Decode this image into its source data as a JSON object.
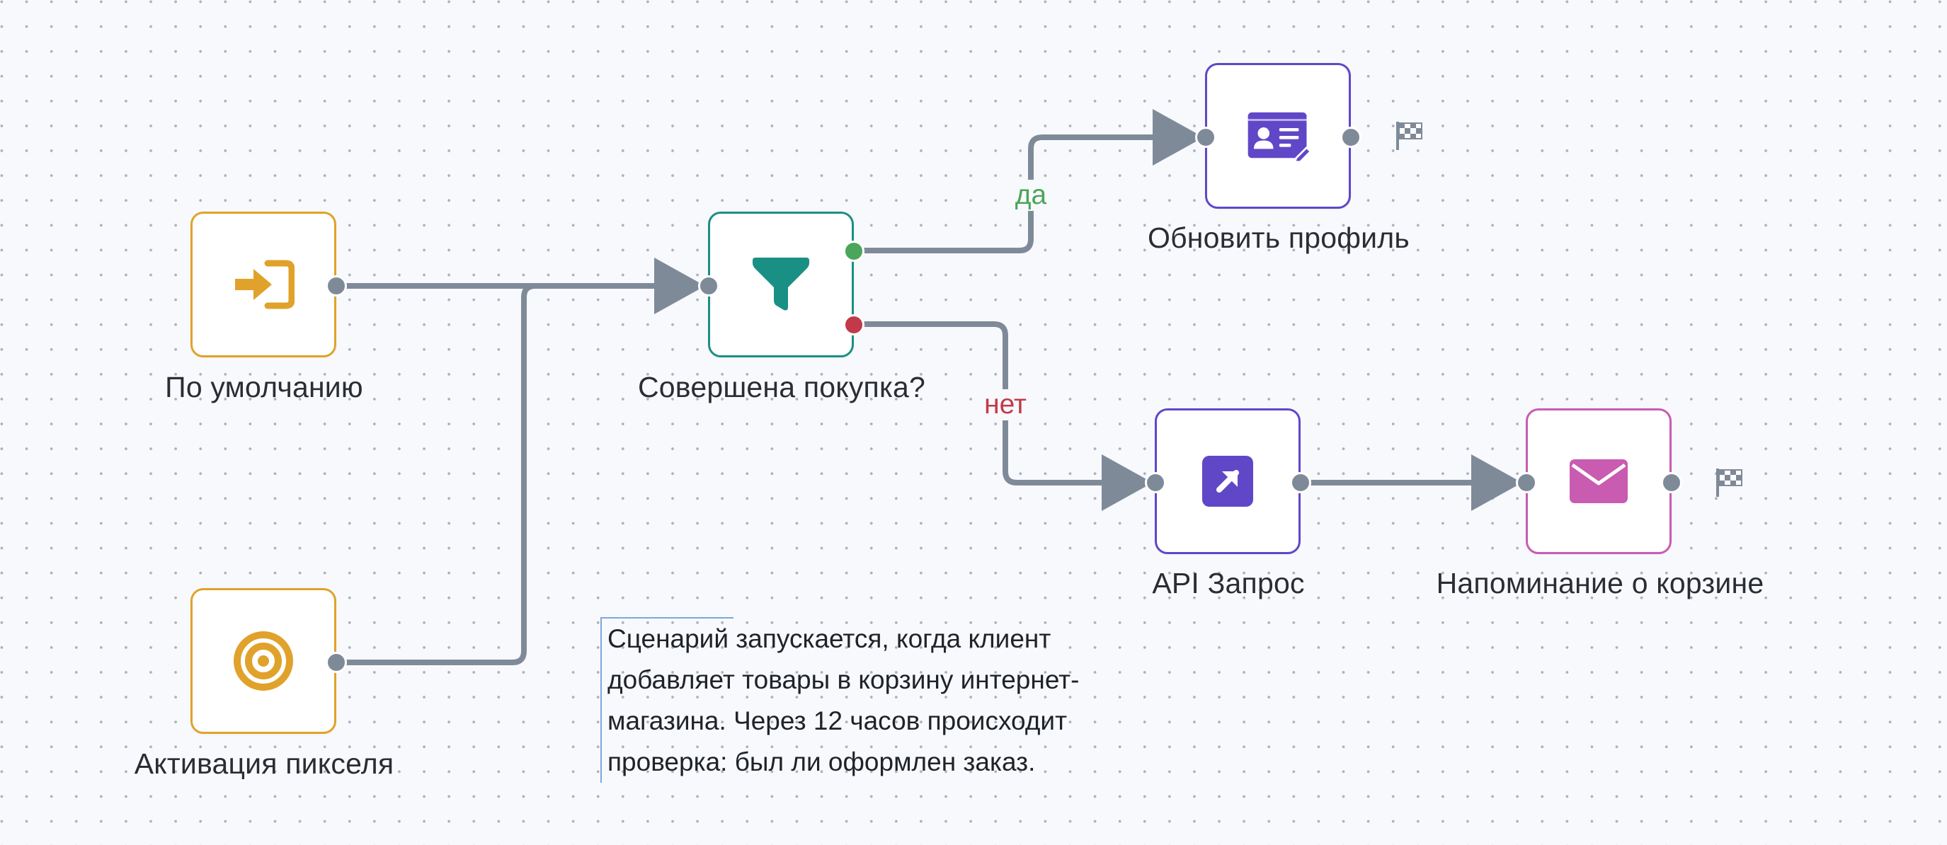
{
  "nodes": {
    "default_entry": {
      "label": "По умолчанию",
      "icon": "entry-arrow-icon",
      "color": "#e0a22a"
    },
    "pixel_activation": {
      "label": "Активация пикселя",
      "icon": "target-icon",
      "color": "#e0a22a"
    },
    "purchase_check": {
      "label": "Совершена покупка?",
      "icon": "filter-icon",
      "color": "#1a8f84"
    },
    "update_profile": {
      "label": "Обновить профиль",
      "icon": "id-card-edit-icon",
      "color": "#6047c8"
    },
    "api_request": {
      "label": "API Запрос",
      "icon": "external-link-icon",
      "color": "#6047c8"
    },
    "cart_reminder": {
      "label": "Напоминание о корзине",
      "icon": "envelope-icon",
      "color": "#c95bb0"
    }
  },
  "edges": {
    "yes_label": "да",
    "yes_color": "#4ba55a",
    "no_label": "нет",
    "no_color": "#c23a4a",
    "line_color": "#7f8a99"
  },
  "finish_icon": "checkered-flag-icon",
  "note": {
    "text": "Сценарий запускается, когда клиент добавляет товары в корзину интернет-магазина. Через 12 часов происходит проверка: был ли оформлен заказ."
  }
}
